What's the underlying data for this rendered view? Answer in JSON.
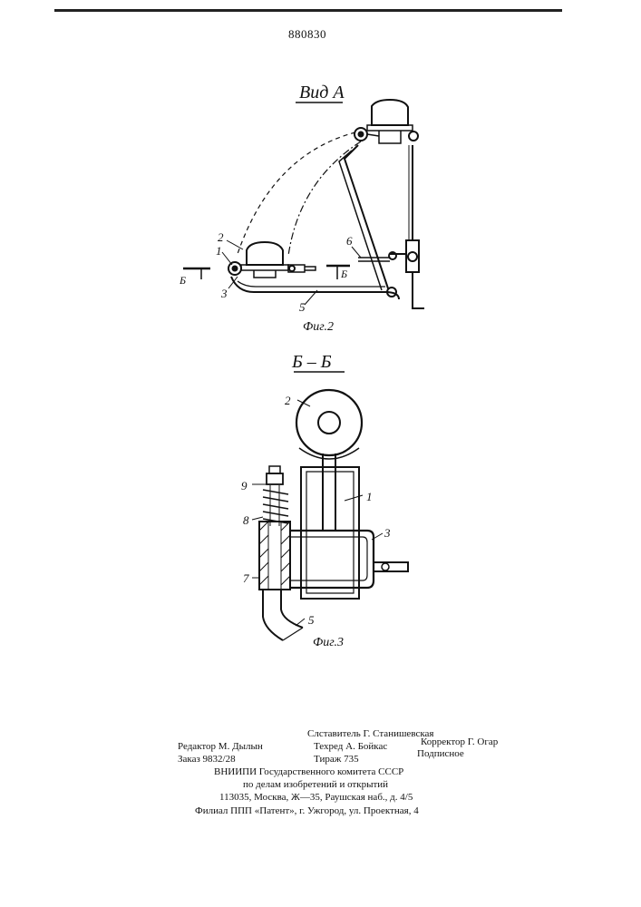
{
  "header": {
    "patent_number": "880830"
  },
  "figure2": {
    "view_title": "Вид А",
    "caption": "Фиг.2",
    "labels": {
      "n1": "1",
      "n2": "2",
      "n3": "3",
      "n5": "5",
      "n6": "6",
      "b_left": "Б",
      "b_right": "Б"
    }
  },
  "figure3": {
    "section_title": "Б – Б",
    "caption": "Фиг.3",
    "labels": {
      "n1": "1",
      "n2": "2",
      "n3": "3",
      "n5": "5",
      "n7": "7",
      "n8": "8",
      "n9": "9"
    }
  },
  "footer": {
    "compiler": "Слставитель Г. Станишевская",
    "editor": "Редактор М. Дылын",
    "techred": "Техред А. Бойкас",
    "corrector": "Корректор Г. Огар",
    "order": "Заказ 9832/28",
    "circulation": "Тираж 735",
    "subscription": "Подписное",
    "org_line1": "ВНИИПИ  Государственного  комитета  СССР",
    "org_line2": "по  делам  изобретений  и  открытий",
    "address": "113035,  Москва,  Ж—35,  Раушская  наб.,  д.  4/5",
    "branch": "Филиал  ППП  «Патент»,  г.  Ужгород,  ул.  Проектная,  4"
  }
}
